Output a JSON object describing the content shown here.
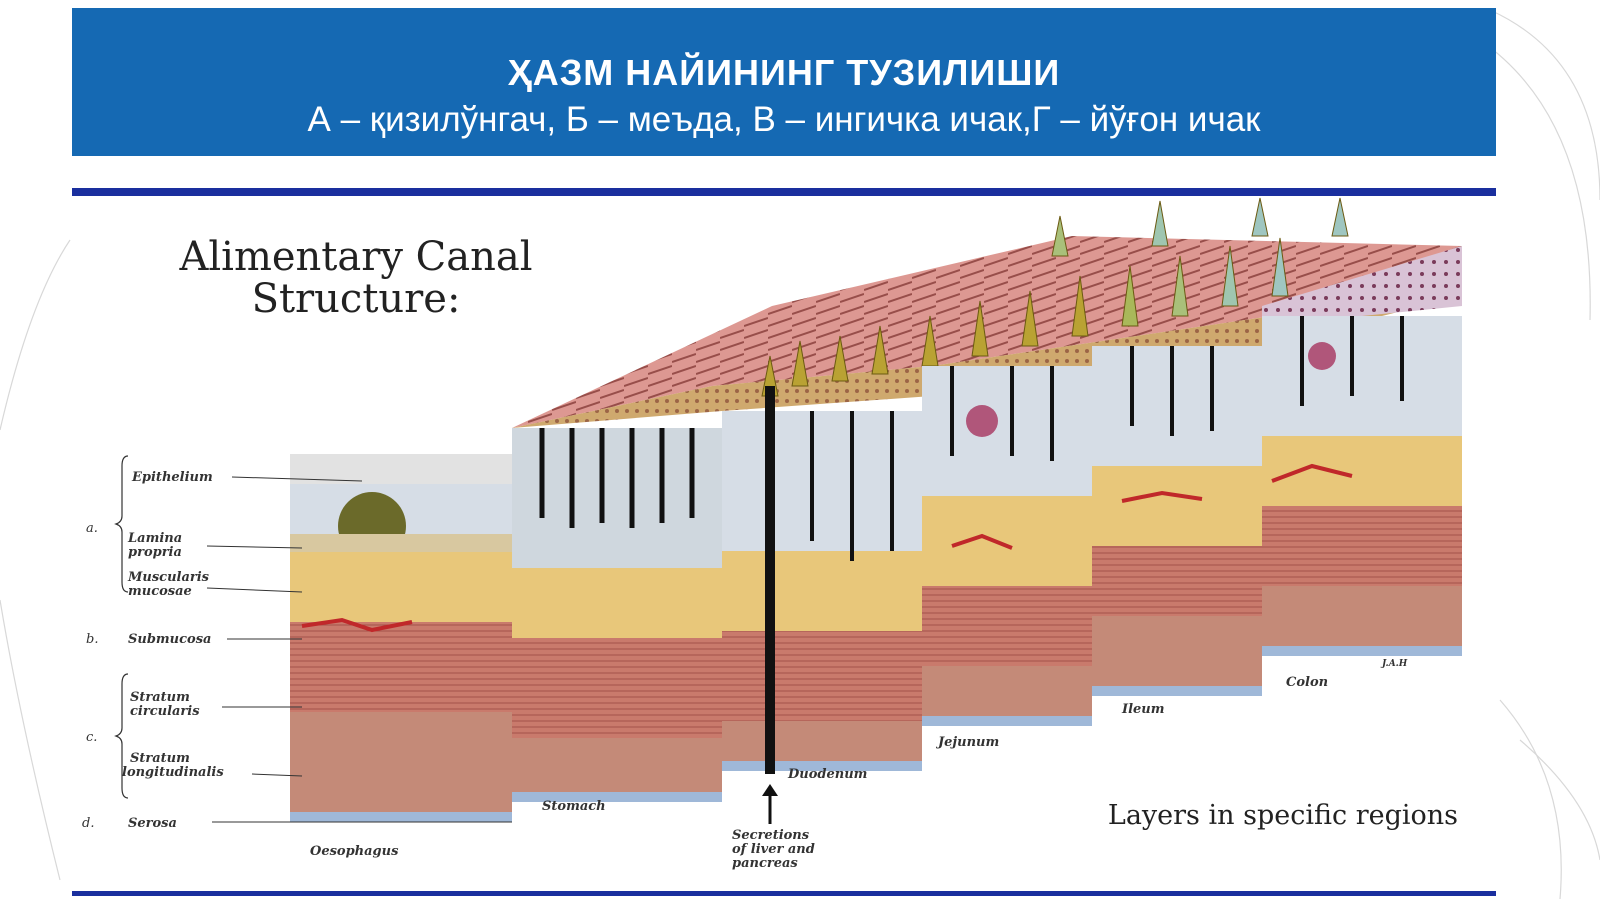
{
  "banner": {
    "title": "ҲАЗМ НАЙИНИНГ ТУЗИЛИШИ",
    "subtitle": "А – қизилўнгач, Б – меъда, В – ингичка ичак,Г – йўғон ичак"
  },
  "figure": {
    "title_line1": "Alimentary Canal",
    "title_line2": "Structure:",
    "caption": "Layers in specific regions",
    "signature": "J.A.H",
    "layer_groups": [
      "a.",
      "b.",
      "c.",
      "d."
    ],
    "layer_labels": [
      "Epithelium",
      "Lamina",
      "propria",
      "Muscularis",
      "mucosae",
      "Submucosa",
      "Stratum",
      "circularis",
      "Stratum",
      "longitudinalis",
      "Serosa"
    ],
    "regions": [
      "Oesophagus",
      "Stomach",
      "Duodenum",
      "Jejunum",
      "Ileum",
      "Colon"
    ],
    "secretions_lines": [
      "Secretions",
      "of liver and",
      "pancreas"
    ]
  },
  "colors": {
    "banner": "#1569b3",
    "rule": "#1a2f9e",
    "muscle": "#c9706a",
    "submucosa": "#e8c77a",
    "mucosa": "#d6dde6",
    "serosa": "#9fb8d8"
  }
}
